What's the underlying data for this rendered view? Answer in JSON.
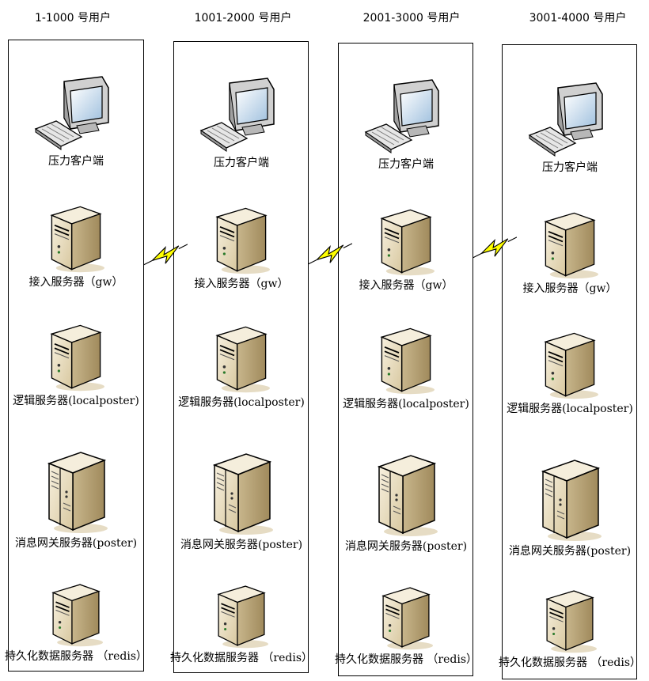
{
  "columns": [
    {
      "title": "1-1000 号用户",
      "nodes": [
        {
          "label": "压力客户端",
          "icon": "desktop-computer-icon"
        },
        {
          "label": "接入服务器（gw）",
          "icon": "tower-server-icon"
        },
        {
          "label": "逻辑服务器(localposter)",
          "icon": "tower-server-icon"
        },
        {
          "label": "消息网关服务器(poster)",
          "icon": "cabinet-server-icon"
        },
        {
          "label": "持久化数据服务器 （redis）",
          "icon": "tower-server-icon"
        }
      ]
    },
    {
      "title": "1001-2000 号用户",
      "nodes": [
        {
          "label": "压力客户端",
          "icon": "desktop-computer-icon"
        },
        {
          "label": "接入服务器（gw）",
          "icon": "tower-server-icon"
        },
        {
          "label": "逻辑服务器(localposter)",
          "icon": "tower-server-icon"
        },
        {
          "label": "消息网关服务器(poster)",
          "icon": "cabinet-server-icon"
        },
        {
          "label": "持久化数据服务器 （redis）",
          "icon": "tower-server-icon"
        }
      ]
    },
    {
      "title": "2001-3000 号用户",
      "nodes": [
        {
          "label": "压力客户端",
          "icon": "desktop-computer-icon"
        },
        {
          "label": "接入服务器（gw）",
          "icon": "tower-server-icon"
        },
        {
          "label": "逻辑服务器(localposter)",
          "icon": "tower-server-icon"
        },
        {
          "label": "消息网关服务器(poster)",
          "icon": "cabinet-server-icon"
        },
        {
          "label": "持久化数据服务器 （redis）",
          "icon": "tower-server-icon"
        }
      ]
    },
    {
      "title": "3001-4000 号用户",
      "nodes": [
        {
          "label": "压力客户端",
          "icon": "desktop-computer-icon"
        },
        {
          "label": "接入服务器（gw）",
          "icon": "tower-server-icon"
        },
        {
          "label": "逻辑服务器(localposter)",
          "icon": "tower-server-icon"
        },
        {
          "label": "消息网关服务器(poster)",
          "icon": "cabinet-server-icon"
        },
        {
          "label": "持久化数据服务器 （redis）",
          "icon": "tower-server-icon"
        }
      ]
    }
  ],
  "links": [
    {
      "from": "1-1000 号用户",
      "to": "1001-2000 号用户",
      "icon": "lightning-link-icon"
    },
    {
      "from": "1001-2000 号用户",
      "to": "2001-3000 号用户",
      "icon": "lightning-link-icon"
    },
    {
      "from": "2001-3000 号用户",
      "to": "3001-4000 号用户",
      "icon": "lightning-link-icon"
    }
  ],
  "colors": {
    "server_body": "#e8dcc0",
    "server_side": "#b8a47a",
    "server_top": "#f5eedc",
    "monitor_screen": "#c9dff0",
    "lightning": "#ffff00"
  }
}
